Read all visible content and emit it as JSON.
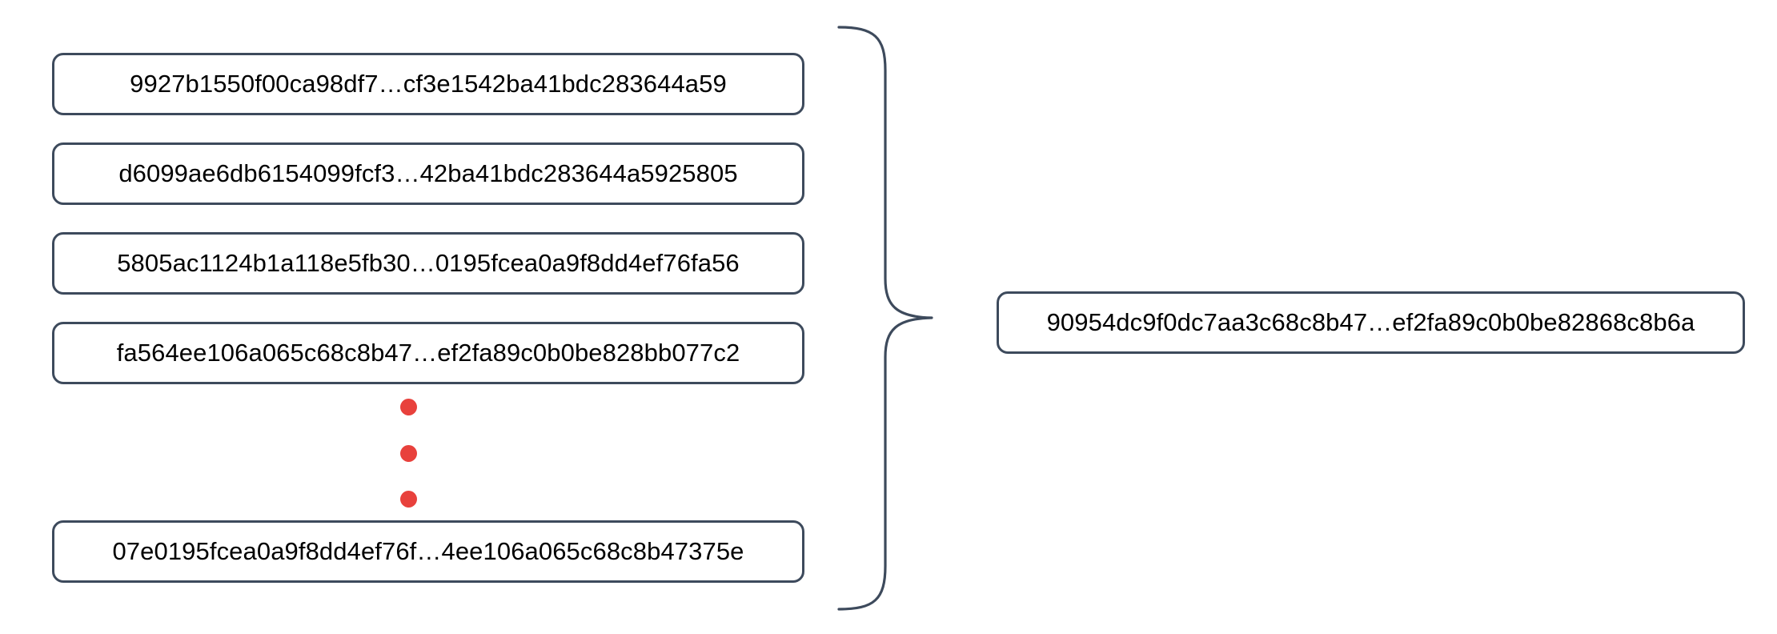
{
  "diagram": {
    "type": "hash-aggregation",
    "background_color": "#ffffff",
    "box_border_color": "#3d4a5c",
    "text_color": "#000000",
    "accent_color": "#e8413c",
    "brace_color": "#3d4a5c",
    "inputs": [
      {
        "label": "9927b1550f00ca98df7…cf3e1542ba41bdc283644a59"
      },
      {
        "label": "d6099ae6db6154099fcf3…42ba41bdc283644a5925805"
      },
      {
        "label": "5805ac1124b1a118e5fb30…0195fcea0a9f8dd4ef76fa56"
      },
      {
        "label": "fa564ee106a065c68c8b47…ef2fa89c0b0be828bb077c2"
      },
      {
        "label": "07e0195fcea0a9f8dd4ef76f…4ee106a065c68c8b47375e"
      }
    ],
    "ellipsis": {
      "name": "vertical-ellipsis",
      "dot_count": 3,
      "color": "#e8413c"
    },
    "brace": {
      "name": "aggregation-brace",
      "orientation": "right-pointing",
      "color": "#3d4a5c"
    },
    "output": {
      "label": "90954dc9f0dc7aa3c68c8b47…ef2fa89c0b0be82868c8b6a"
    }
  }
}
